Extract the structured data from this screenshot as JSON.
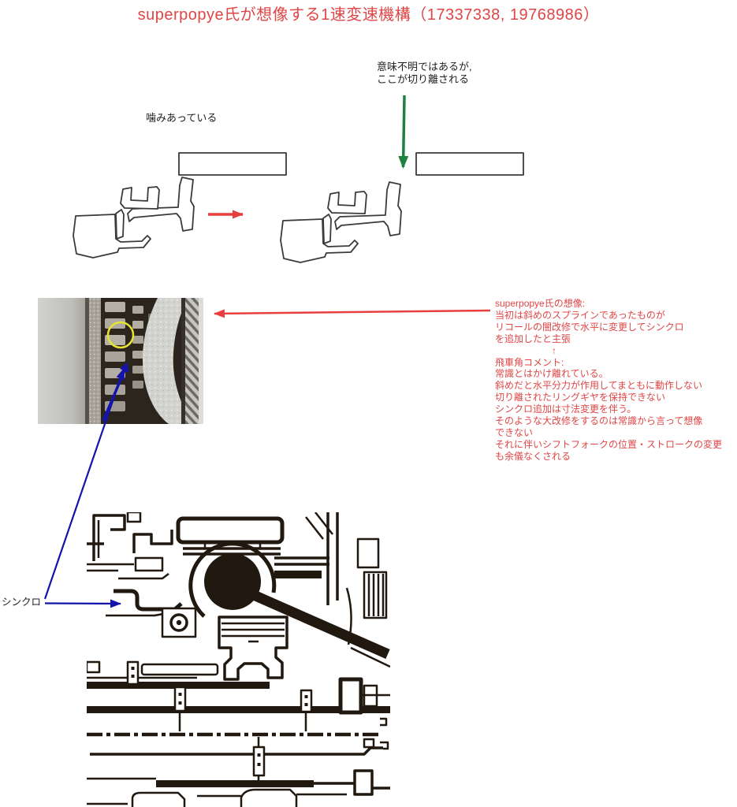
{
  "title": "superpopye氏が想像する1速変速機構（17337338, 19768986）",
  "annotations": {
    "separation_note": "意味不明ではあるが,\nここが切り離される",
    "meshing_note": "噛みあっている",
    "synchro_label": "シンクロ"
  },
  "red_comment": {
    "lines": [
      "superpopye氏の想像:",
      "当初は斜めのスプラインであったものが",
      "リコールの闇改修で水平に変更してシンクロ",
      "を追加したと主張",
      "　　　　　　↑",
      "飛車角コメント:",
      "常識とはかけ離れている。",
      "斜めだと水平分力が作用してまともに動作しない",
      "切り離されたリングギヤを保持できない",
      "シンクロ追加は寸法変更を伴う。",
      "そのような大改修をするのは常識から言って想像",
      "できない",
      "それに伴いシフトフォークの位置・ストロークの変更",
      "も余儀なくされる"
    ]
  },
  "icons": {
    "red_arrow_right": "→",
    "red_arrow_left": "←",
    "green_arrow_down": "↓",
    "blue_arrow": "→",
    "yellow_circle": "○"
  },
  "colors": {
    "comment_red": "#e04545",
    "arrow_red": "#e83e3e",
    "arrow_green": "#1f8040",
    "arrow_blue": "#1414aa",
    "annotation_yellow": "#e8e232",
    "sketch_ink": "#3a3a3a",
    "diagram_ink": "#211810"
  },
  "figures": {
    "gear_photo": "close-up of gearbox synchro spline teeth",
    "left_sketch": "spline meshed state",
    "right_sketch": "spline separated state",
    "bottom_diagram": "transmission cross-section drawing"
  }
}
